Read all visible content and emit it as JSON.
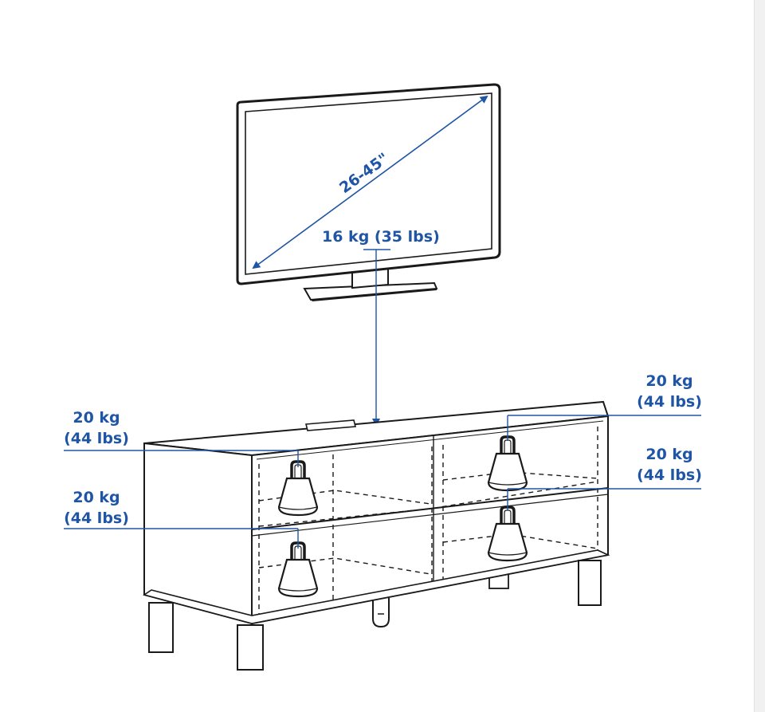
{
  "colors": {
    "accent": "#1f55a5",
    "line": "#1a1a1a",
    "background": "#ffffff"
  },
  "tv": {
    "diagonal_label": "26-45\"",
    "weight_label": "16 kg (35 lbs)"
  },
  "load_labels": {
    "top_left": {
      "kg": "20 kg",
      "lbs": "(44 lbs)"
    },
    "bottom_left": {
      "kg": "20 kg",
      "lbs": "(44 lbs)"
    },
    "top_right": {
      "kg": "20 kg",
      "lbs": "(44 lbs)"
    },
    "mid_right": {
      "kg": "20 kg",
      "lbs": "(44 lbs)"
    }
  },
  "icons": [
    "tv-icon",
    "weight-icon",
    "tv-bench-icon",
    "arrow-icon"
  ]
}
